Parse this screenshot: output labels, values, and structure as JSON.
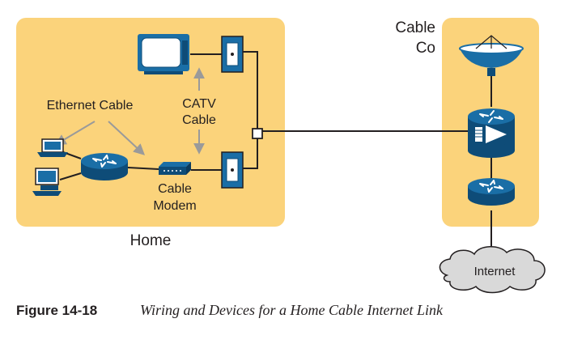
{
  "labels": {
    "ethernet_cable": "Ethernet Cable",
    "catv_line1": "CATV",
    "catv_line2": "Cable",
    "modem_line1": "Cable",
    "modem_line2": "Modem",
    "home": "Home",
    "cableco_line1": "Cable",
    "cableco_line2": "Co",
    "internet": "Internet"
  },
  "caption": {
    "number": "Figure 14-18",
    "title": "Wiring and Devices for a Home Cable Internet Link"
  },
  "colors": {
    "zone_fill": "#fbd37b",
    "device_blue": "#1a6ea6",
    "device_dark": "#0e4c78",
    "line": "#231f20",
    "arrow_gray": "#9a9a9a",
    "cloud_fill": "#d9d9d9"
  },
  "icons": [
    "tv-icon",
    "laptop-icon",
    "desktop-pc-icon",
    "router-icon",
    "cable-modem-icon",
    "wall-jack-icon",
    "splitter-icon",
    "satellite-dish-icon",
    "cmts-icon",
    "internet-cloud-icon"
  ]
}
